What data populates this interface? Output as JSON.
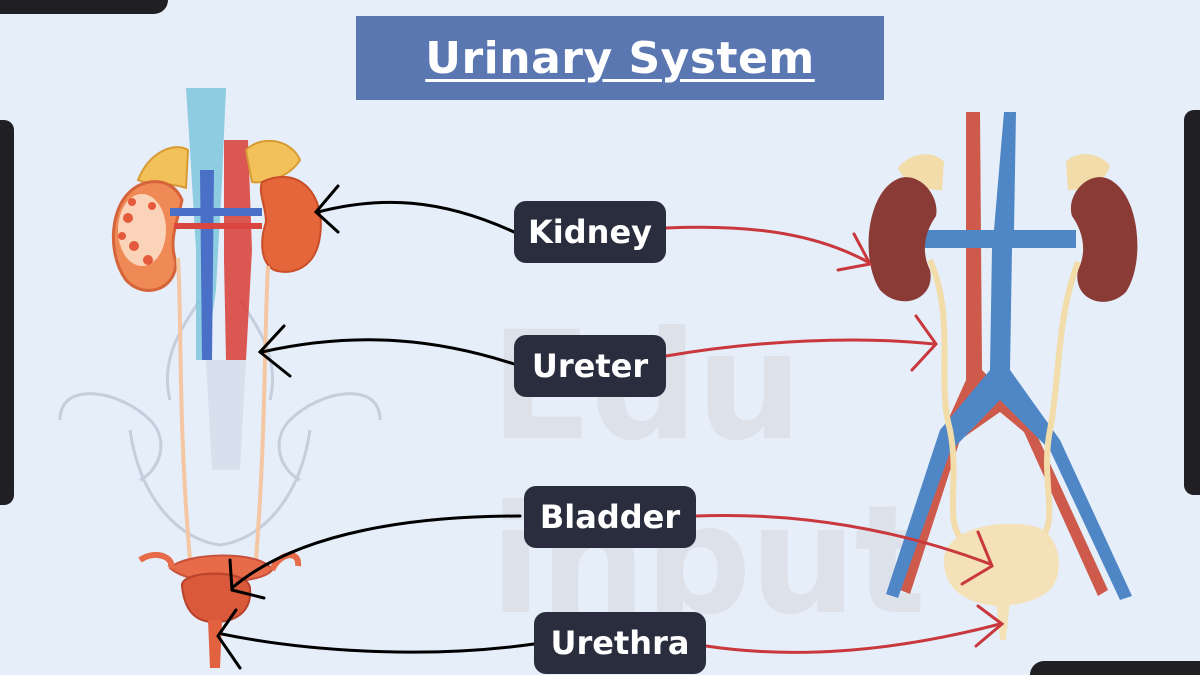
{
  "title": "Urinary System",
  "watermark": "Edu input",
  "terms": [
    {
      "id": "kidney",
      "label": "Kidney"
    },
    {
      "id": "ureter",
      "label": "Ureter"
    },
    {
      "id": "bladder",
      "label": "Bladder"
    },
    {
      "id": "urethra",
      "label": "Urethra"
    }
  ],
  "colors": {
    "background": "#e5eef9",
    "title_box": "#5b77b1",
    "label_box": "#2a2d3d",
    "left_arrow": "#000000",
    "right_arrow": "#c8383c"
  }
}
